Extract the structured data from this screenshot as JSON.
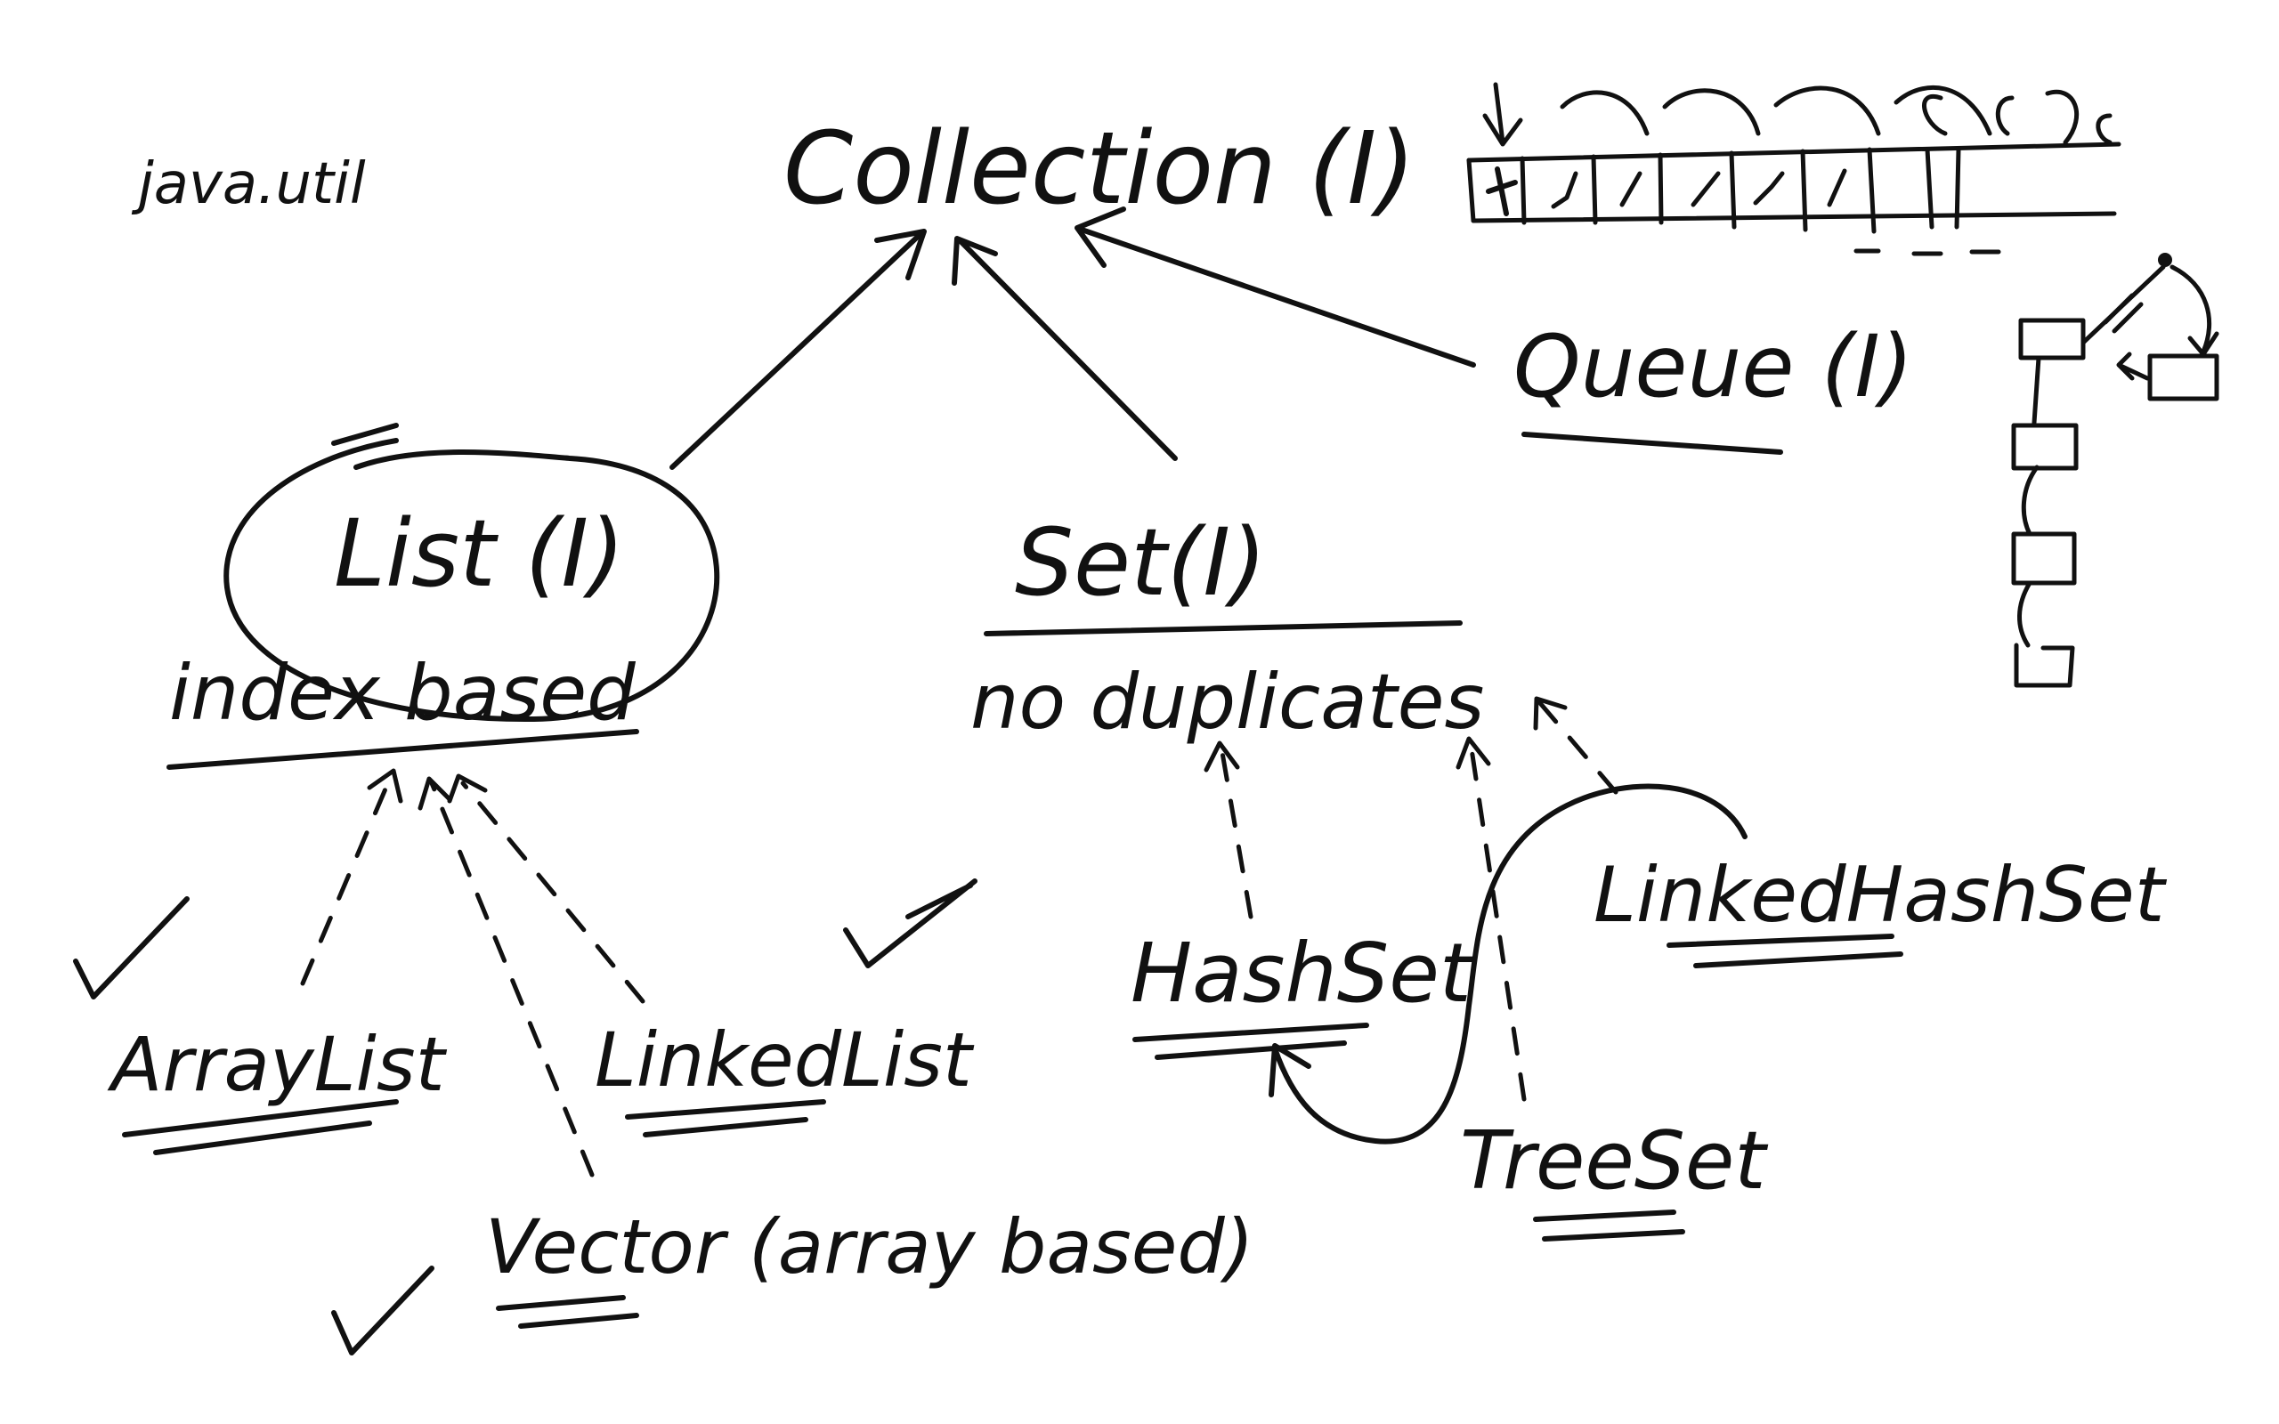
{
  "package_label": "java.util",
  "root": {
    "label": "Collection (I)"
  },
  "list": {
    "label": "List (I)",
    "note": "index based"
  },
  "set": {
    "label": "Set(I)",
    "note": "no duplicates"
  },
  "queue": {
    "label": "Queue (I)"
  },
  "list_impls": {
    "arraylist": "ArrayList",
    "linkedlist": "LinkedList",
    "vector": "Vector (array based)"
  },
  "set_impls": {
    "hashset": "HashSet",
    "linkedhashset": "LinkedHashSet",
    "treeset": "TreeSet"
  },
  "ink_color": "#111111"
}
